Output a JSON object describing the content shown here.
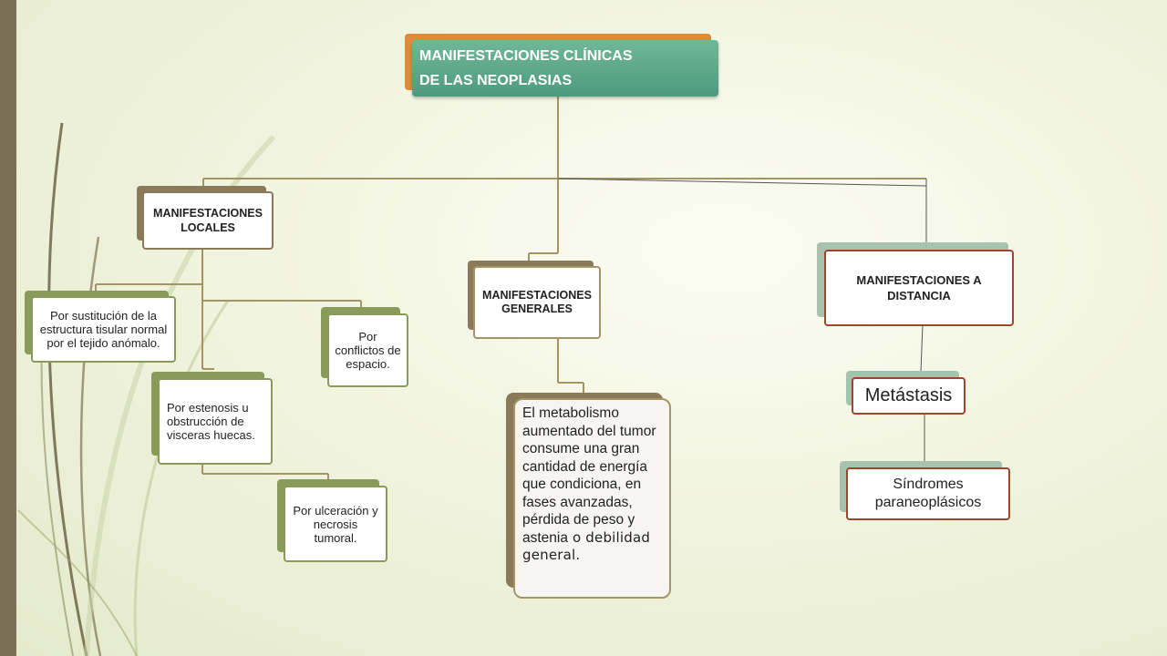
{
  "root": {
    "line1": "MANIFESTACIONES CLÍNICAS",
    "line2": "DE LAS NEOPLASIAS"
  },
  "locales": {
    "title": "MANIFESTACIONES LOCALES",
    "items": [
      "Por sustitución de la estructura tisular normal por el tejido anómalo.",
      "Por estenosis u obstrucción de visceras huecas.",
      "Por ulceración y necrosis tumoral.",
      "Por conflictos de espacio."
    ]
  },
  "generales": {
    "title": "MANIFESTACIONES GENERALES",
    "description_main": "El metabolismo aumentado del tumor consume una gran cantidad de energía que condiciona, en fases avanzadas, pérdida de peso y astenia",
    "description_tail": " o debilidad general."
  },
  "distancia": {
    "title": "MANIFESTACIONES A DISTANCIA",
    "items": [
      "Metástasis",
      "Síndromes paraneoplásicos"
    ]
  },
  "colors": {
    "root_green": "#5aa488",
    "root_orange": "#e08a3c",
    "olive": "#8a9a5b",
    "brown": "#8b7a5a",
    "grey_green": "#a8c3ad",
    "dark_red": "#a0442a",
    "connector": "#a69564"
  }
}
